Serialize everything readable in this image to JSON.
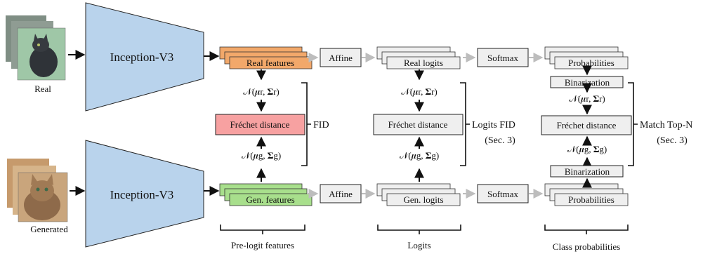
{
  "inputs": {
    "real_label": "Real",
    "generated_label": "Generated"
  },
  "encoder": {
    "label": "Inception-V3"
  },
  "stage_labels": {
    "features": "Pre-logit features",
    "logits": "Logits",
    "probabilities": "Class probabilities"
  },
  "blocks": {
    "affine": "Affine",
    "softmax": "Softmax",
    "real_features": "Real features",
    "gen_features": "Gen. features",
    "real_logits": "Real logits",
    "gen_logits": "Gen. logits",
    "real_probs": "Probabilities",
    "gen_probs": "Probabilities",
    "binarization": "Binarization",
    "frechet_distance": "Fréchet distance"
  },
  "gaussians": {
    "real": "𝒩(𝝁r, 𝚺r)",
    "gen": "𝒩(𝝁g, 𝚺g)"
  },
  "metrics": {
    "fid": "FID",
    "logits_fid": "Logits FID",
    "logits_fid_ref": "(Sec. 3)",
    "match_topn": "Match Top-N",
    "match_topn_ref": "(Sec. 3)"
  },
  "colors": {
    "encoder_fill": "#b9d3ec",
    "real_feature_fill": "#f2a86a",
    "gen_feature_fill": "#a8df8c",
    "frechet_fid_fill": "#f7a1a1",
    "neutral_fill": "#efefef",
    "gray_arrow": "#bdbdbd",
    "black_arrow": "#111111"
  },
  "icons": {
    "real_images": "cat-photo-stack-icon",
    "generated_images": "kitten-photo-stack-icon"
  }
}
